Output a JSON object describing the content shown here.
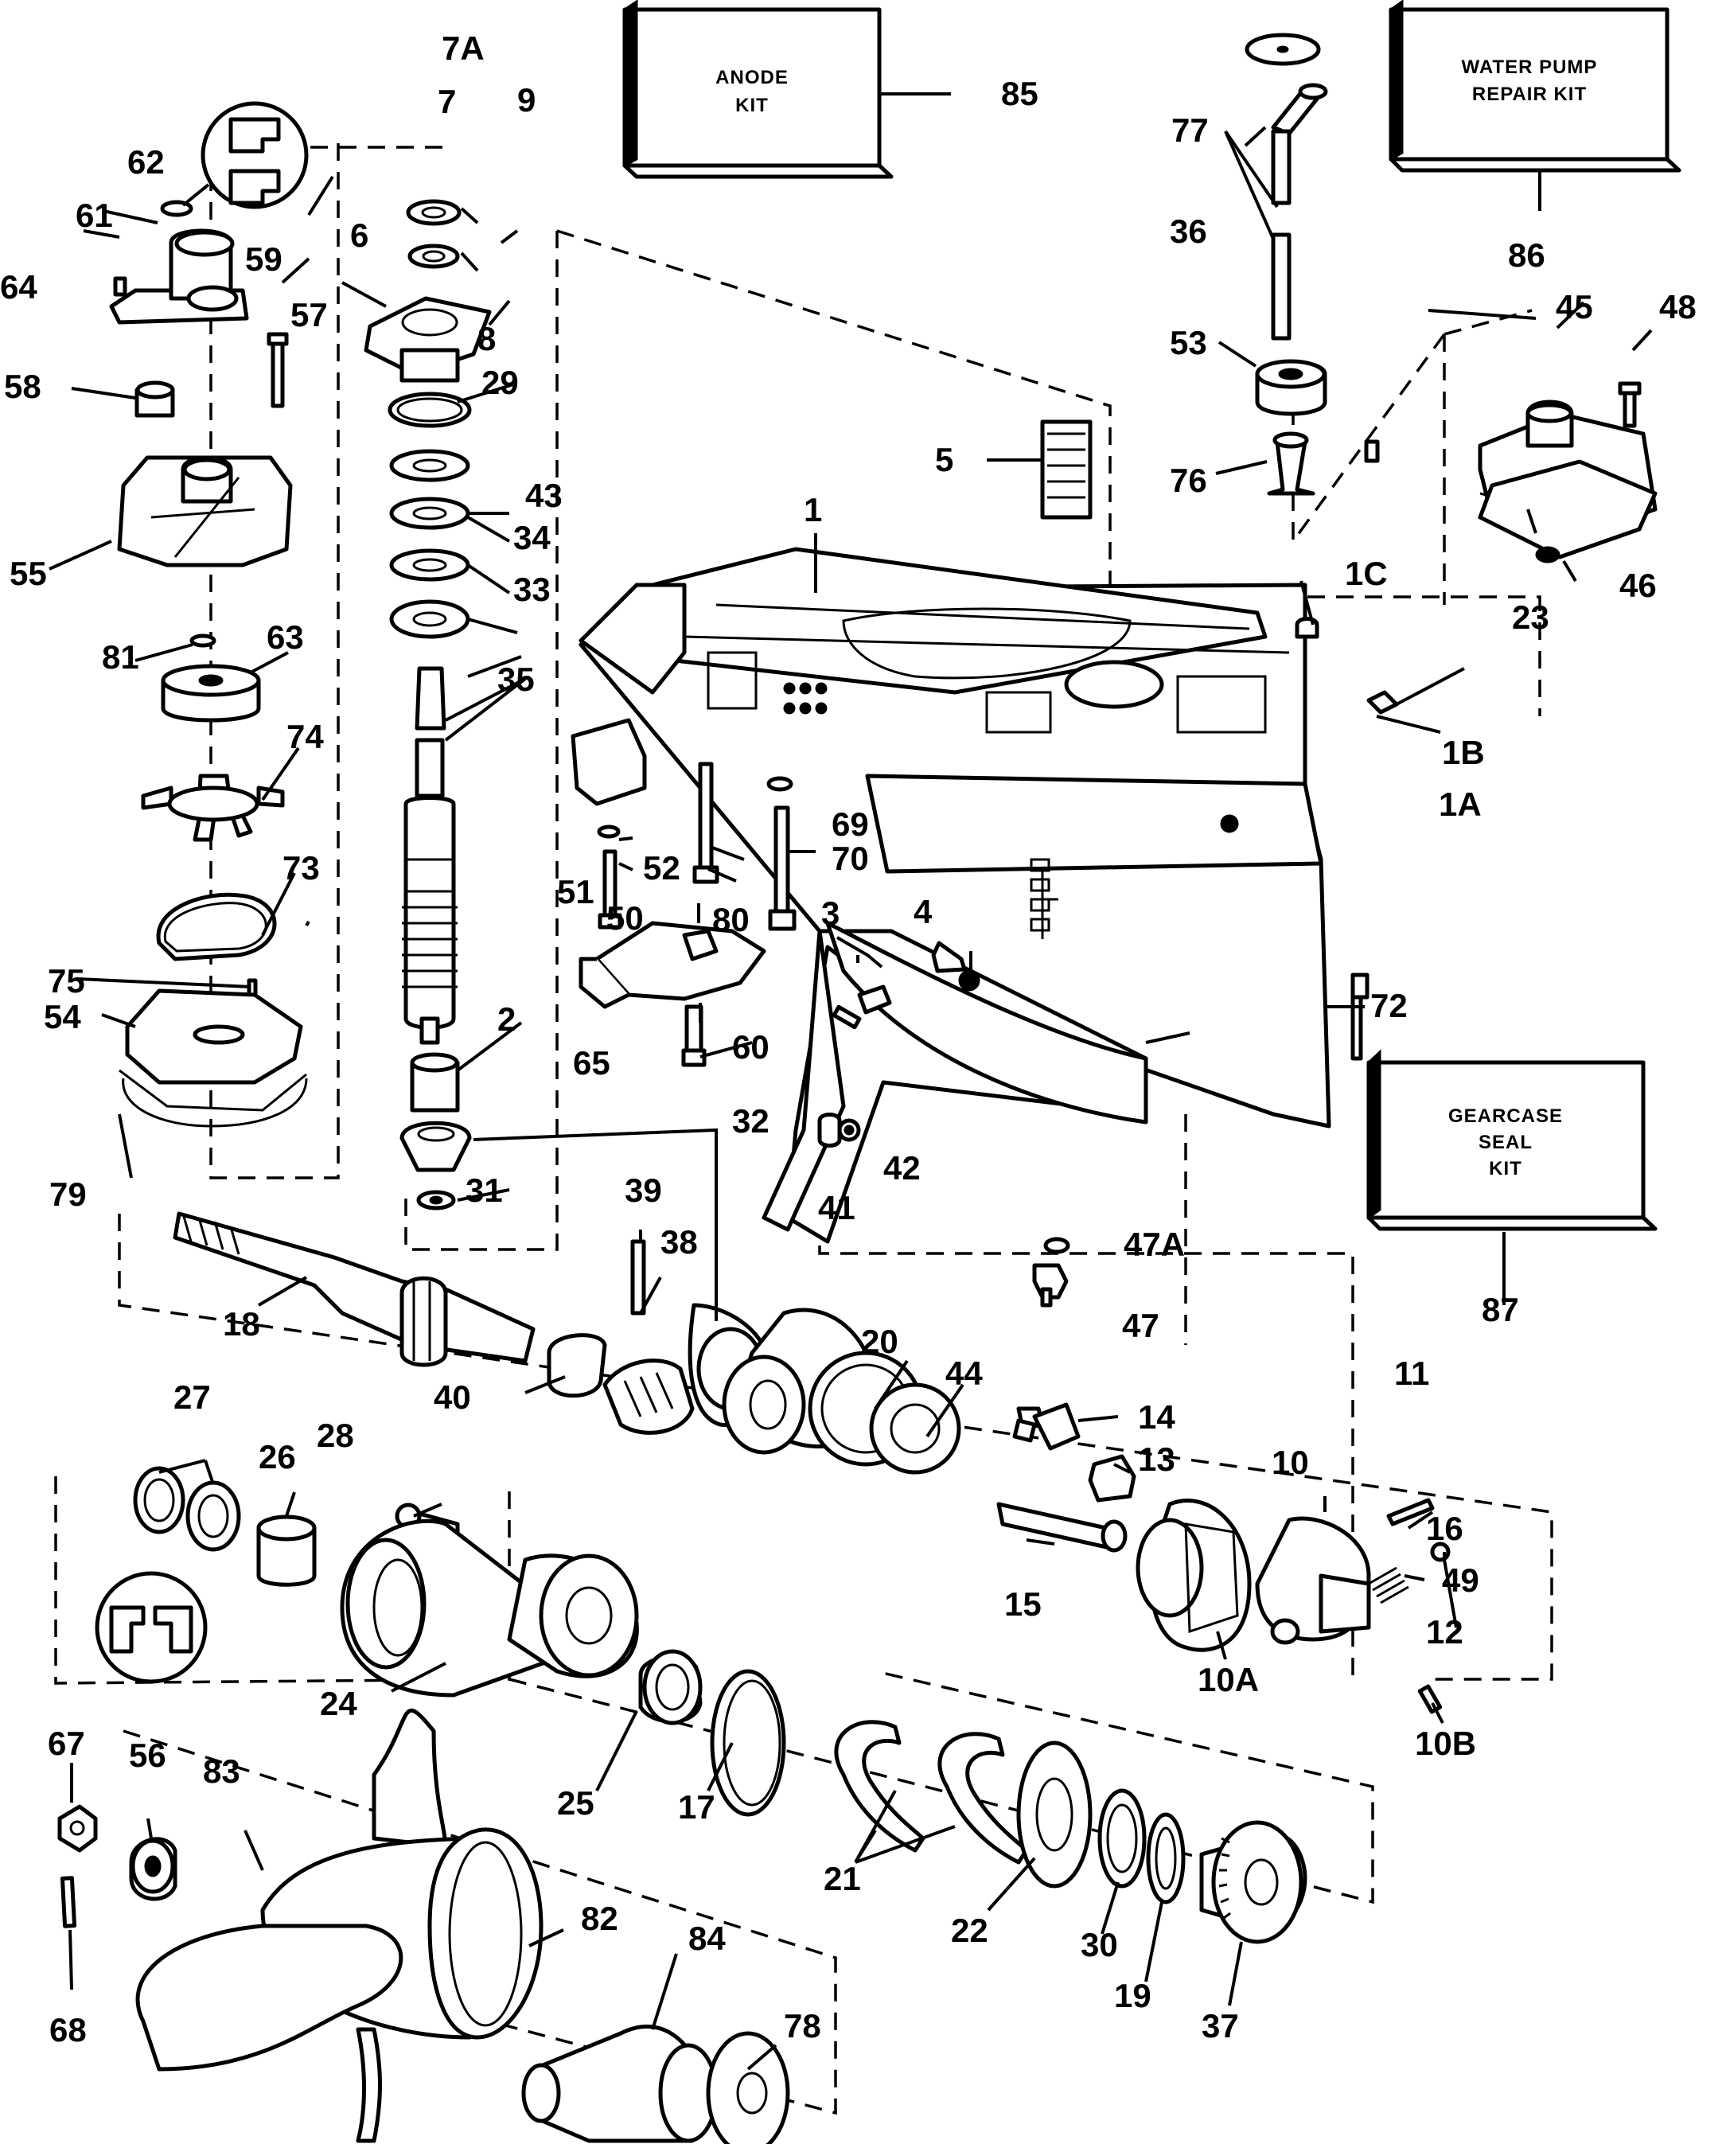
{
  "callouts": {
    "c1": "1",
    "c1A": "1A",
    "c1B": "1B",
    "c1C": "1C",
    "c2": "2",
    "c3": "3",
    "c4": "4",
    "c5": "5",
    "c6": "6",
    "c7": "7",
    "c7A": "7A",
    "c8": "8",
    "c9": "9",
    "c10": "10",
    "c10A": "10A",
    "c10B": "10B",
    "c11": "11",
    "c12": "12",
    "c13": "13",
    "c14": "14",
    "c15": "15",
    "c16": "16",
    "c17": "17",
    "c18": "18",
    "c19": "19",
    "c20": "20",
    "c21": "21",
    "c22": "22",
    "c23": "23",
    "c24": "24",
    "c25": "25",
    "c26": "26",
    "c27": "27",
    "c28": "28",
    "c29": "29",
    "c30": "30",
    "c31": "31",
    "c32": "32",
    "c33": "33",
    "c34": "34",
    "c35": "35",
    "c36": "36",
    "c37": "37",
    "c38": "38",
    "c39": "39",
    "c40": "40",
    "c41": "41",
    "c42": "42",
    "c43": "43",
    "c44": "44",
    "c45": "45",
    "c46": "46",
    "c47": "47",
    "c47A": "47A",
    "c48": "48",
    "c49": "49",
    "c50": "50",
    "c51": "51",
    "c52": "52",
    "c53": "53",
    "c54": "54",
    "c55": "55",
    "c56": "56",
    "c57": "57",
    "c58": "58",
    "c59": "59",
    "c60": "60",
    "c61": "61",
    "c62": "62",
    "c63": "63",
    "c64": "64",
    "c65": "65",
    "c67": "67",
    "c68": "68",
    "c69": "69",
    "c70": "70",
    "c72": "72",
    "c73": "73",
    "c74": "74",
    "c75": "75",
    "c76": "76",
    "c77": "77",
    "c78": "78",
    "c79": "79",
    "c80": "80",
    "c81": "81",
    "c82": "82",
    "c83": "83",
    "c84": "84",
    "c85": "85",
    "c86": "86",
    "c87": "87"
  },
  "kits": {
    "anode": {
      "line1": "ANODE",
      "line2": "KIT"
    },
    "water_pump": {
      "line1": "WATER PUMP",
      "line2": "REPAIR KIT"
    },
    "gearcase_seal": {
      "line1": "GEARCASE",
      "line2": "SEAL",
      "line3": "KIT"
    }
  }
}
